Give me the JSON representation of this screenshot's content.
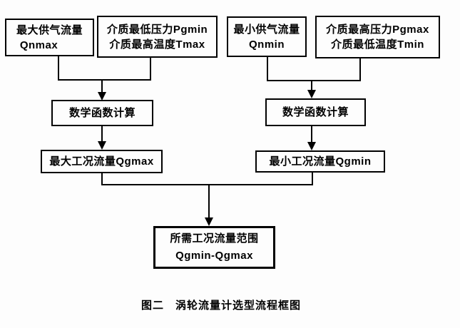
{
  "diagram": {
    "title_caption": "图二　涡轮流量计选型流程框图",
    "nodes": {
      "qnmax": {
        "line1": "最大供气流量",
        "line2": "Qnmax"
      },
      "pgmin_tmax": {
        "line1": "介质最低压力Pgmin",
        "line2": "介质最高温度Tmax"
      },
      "qnmin": {
        "line1": "最小供气流量",
        "line2": "Qnmin"
      },
      "pgmax_tmin": {
        "line1": "介质最高压力Pgmax",
        "line2": "介质最低温度Tmin"
      },
      "calc_left": {
        "label": "数学函数计算"
      },
      "calc_right": {
        "label": "数学函数计算"
      },
      "qgmax": {
        "label": "最大工况流量Qgmax"
      },
      "qgmin": {
        "label": "最小工况流量Qgmin"
      },
      "result": {
        "line1": "所需工况流量范围",
        "line2": "Qgmin-Qgmax"
      }
    },
    "edges": [
      {
        "from": "qnmax",
        "to": "calc_left",
        "type": "merge-arrow"
      },
      {
        "from": "pgmin_tmax",
        "to": "calc_left",
        "type": "merge-arrow"
      },
      {
        "from": "qnmin",
        "to": "calc_right",
        "type": "merge-arrow"
      },
      {
        "from": "pgmax_tmin",
        "to": "calc_right",
        "type": "merge-arrow"
      },
      {
        "from": "calc_left",
        "to": "qgmax",
        "type": "arrow"
      },
      {
        "from": "calc_right",
        "to": "qgmin",
        "type": "arrow"
      },
      {
        "from": "qgmax",
        "to": "result",
        "type": "merge-arrow"
      },
      {
        "from": "qgmin",
        "to": "result",
        "type": "merge-arrow"
      }
    ],
    "colors": {
      "line": "#000000",
      "text": "#000000",
      "background": "#fdfdfd"
    }
  }
}
